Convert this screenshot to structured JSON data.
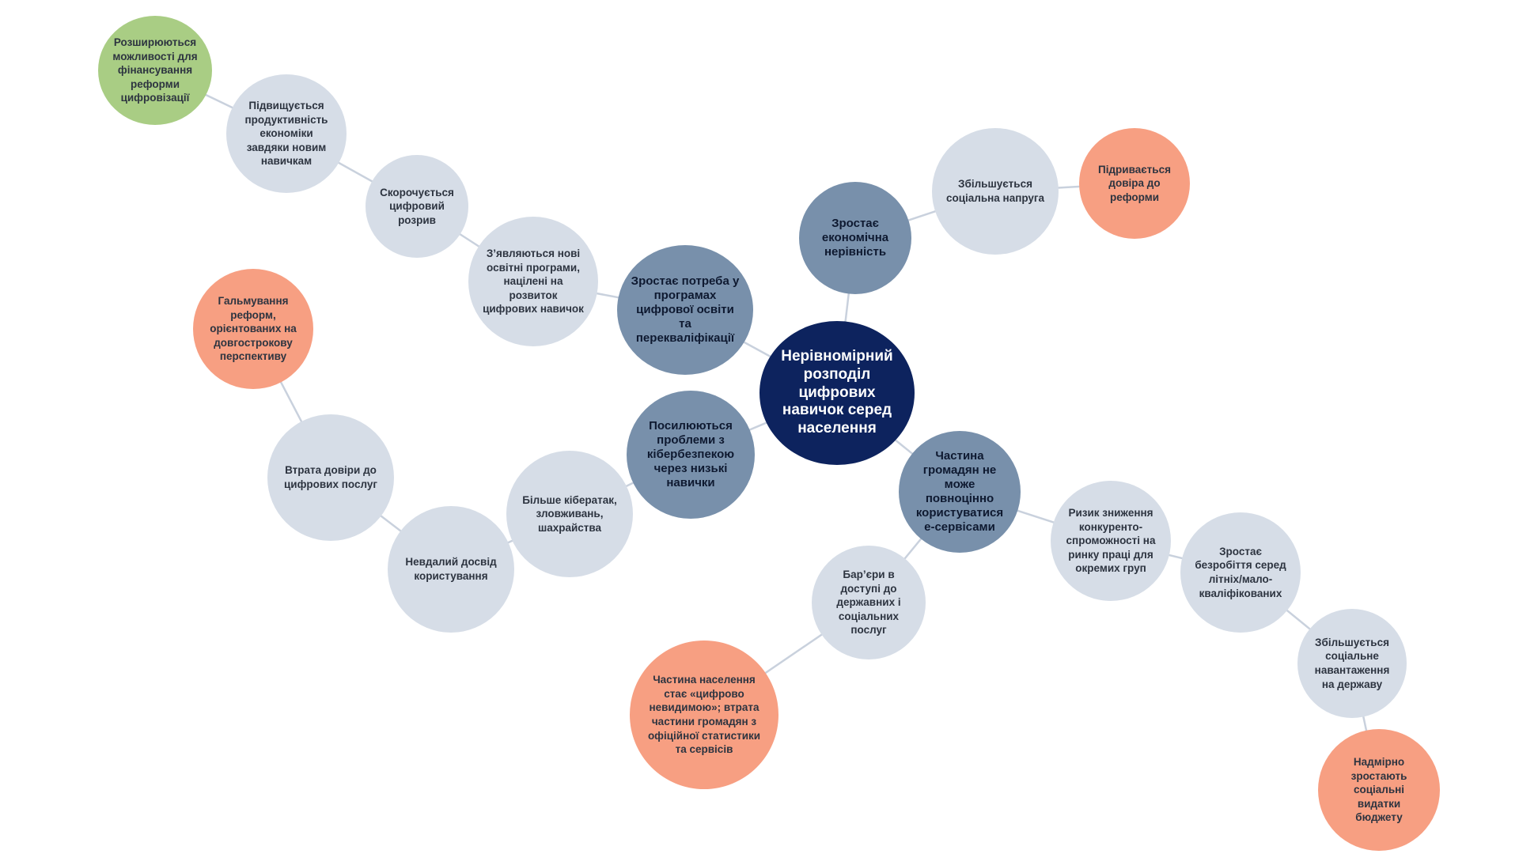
{
  "nodes": {
    "root": "Нерівномірний розподіл цифрових навичок серед населення",
    "need_programs": "Зростає потреба у програмах цифрової освіти та перекваліфікації",
    "econ_inequality": "Зростає економічна нерівність",
    "cyber_problems": "Посилюються проблеми з кібербезпекою через низькі навички",
    "citizens_eservices": "Частина громадян не може повноцінно користуватися е-сервісами",
    "new_programs": "З’являються нові освітні програми, націлені на розвиток цифрових навичок",
    "digital_gap": "Скорочується цифровий розрив",
    "productivity": "Підвищується продуктивність економіки завдяки новим навичкам",
    "financing": "Розширюються можливості для фінансування реформи цифровізації",
    "social_tension": "Збільшується соціальна напруга",
    "trust_reform": "Підривається довіра до реформи",
    "cyberattacks": "Більше кібератак, зловживань, шахрайства",
    "bad_experience": "Невдалий досвід користування",
    "trust_loss": "Втрата довіри до цифрових послуг",
    "reform_slowdown": "Гальмування реформ, орієнтованих на довгострокову перспективу",
    "barriers": "Бар’єри в доступі до державних і соціальних послуг",
    "invisible": "Частина населення стає «цифрово невидимою»; втрата частини громадян з офіційної статистики та сервісів",
    "competitiveness": "Ризик зниження конкуренто-спроможності на ринку праці для окремих груп",
    "unemployment": "Зростає безробіття серед літніх/мало-кваліфікованих",
    "social_burden": "Збільшується соціальне навантаження на державу",
    "social_spending": "Надмірно зростають соціальні видатки бюджету"
  },
  "colors": {
    "root": "#0d235e",
    "level1": "#7890ab",
    "level2": "#d6dde7",
    "negative_outcome": "#f79f82",
    "positive_outcome": "#a9cd84",
    "connector": "#c9d1dd"
  }
}
